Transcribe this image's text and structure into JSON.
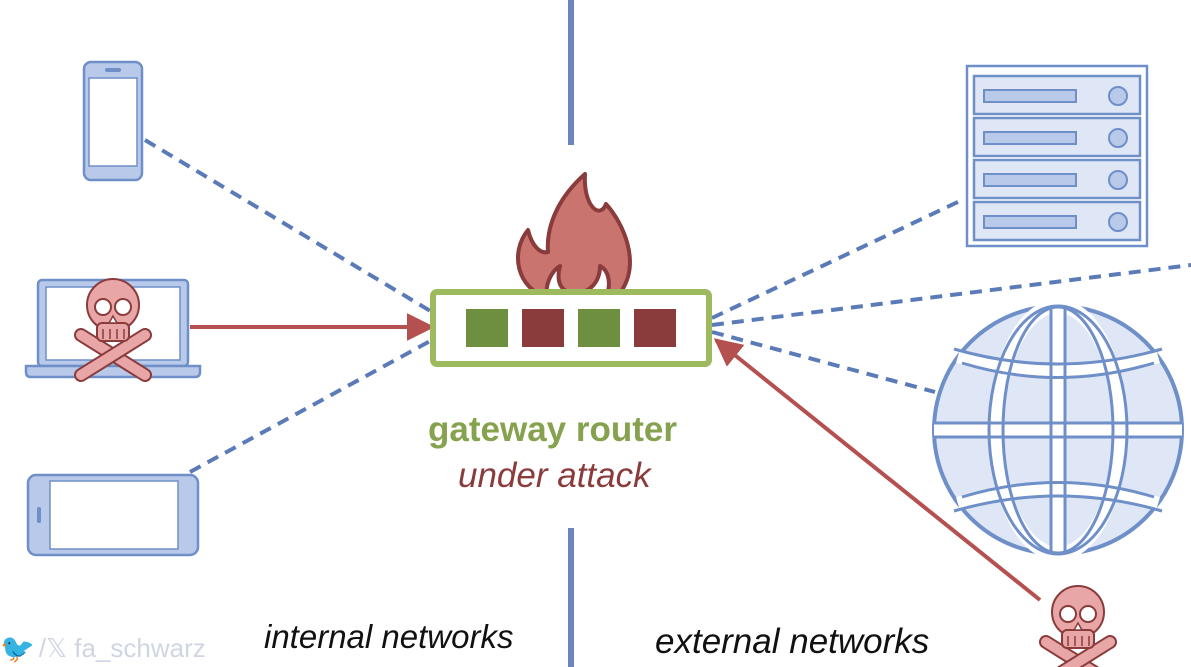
{
  "router": {
    "title": "gateway router",
    "status": "under attack",
    "port_leds": [
      "green",
      "red",
      "green",
      "red"
    ]
  },
  "zones": {
    "internal_label": "internal networks",
    "external_label": "external networks"
  },
  "watermark": {
    "icon": "twitter-bird-icon",
    "text": "/𝕏 fa_schwarz"
  },
  "devices": {
    "internal": [
      "phone-portrait-icon",
      "laptop-compromised-icon",
      "phone-landscape-icon"
    ],
    "external": [
      "server-rack-icon",
      "globe-icon",
      "attacker-skull-icon"
    ]
  },
  "colors": {
    "accent_green": "#86a24e",
    "router_border": "#9dba5e",
    "led_green": "#6f8f40",
    "led_red": "#8a3b3b",
    "attack_red": "#b55050",
    "network_blue": "#5b7bb8",
    "device_fill": "#dfe7f6",
    "device_stroke": "#6f8fc8",
    "skull_fill": "#e8a6a6",
    "flame_fill": "#c9746f",
    "flame_stroke": "#8a3b3b"
  }
}
